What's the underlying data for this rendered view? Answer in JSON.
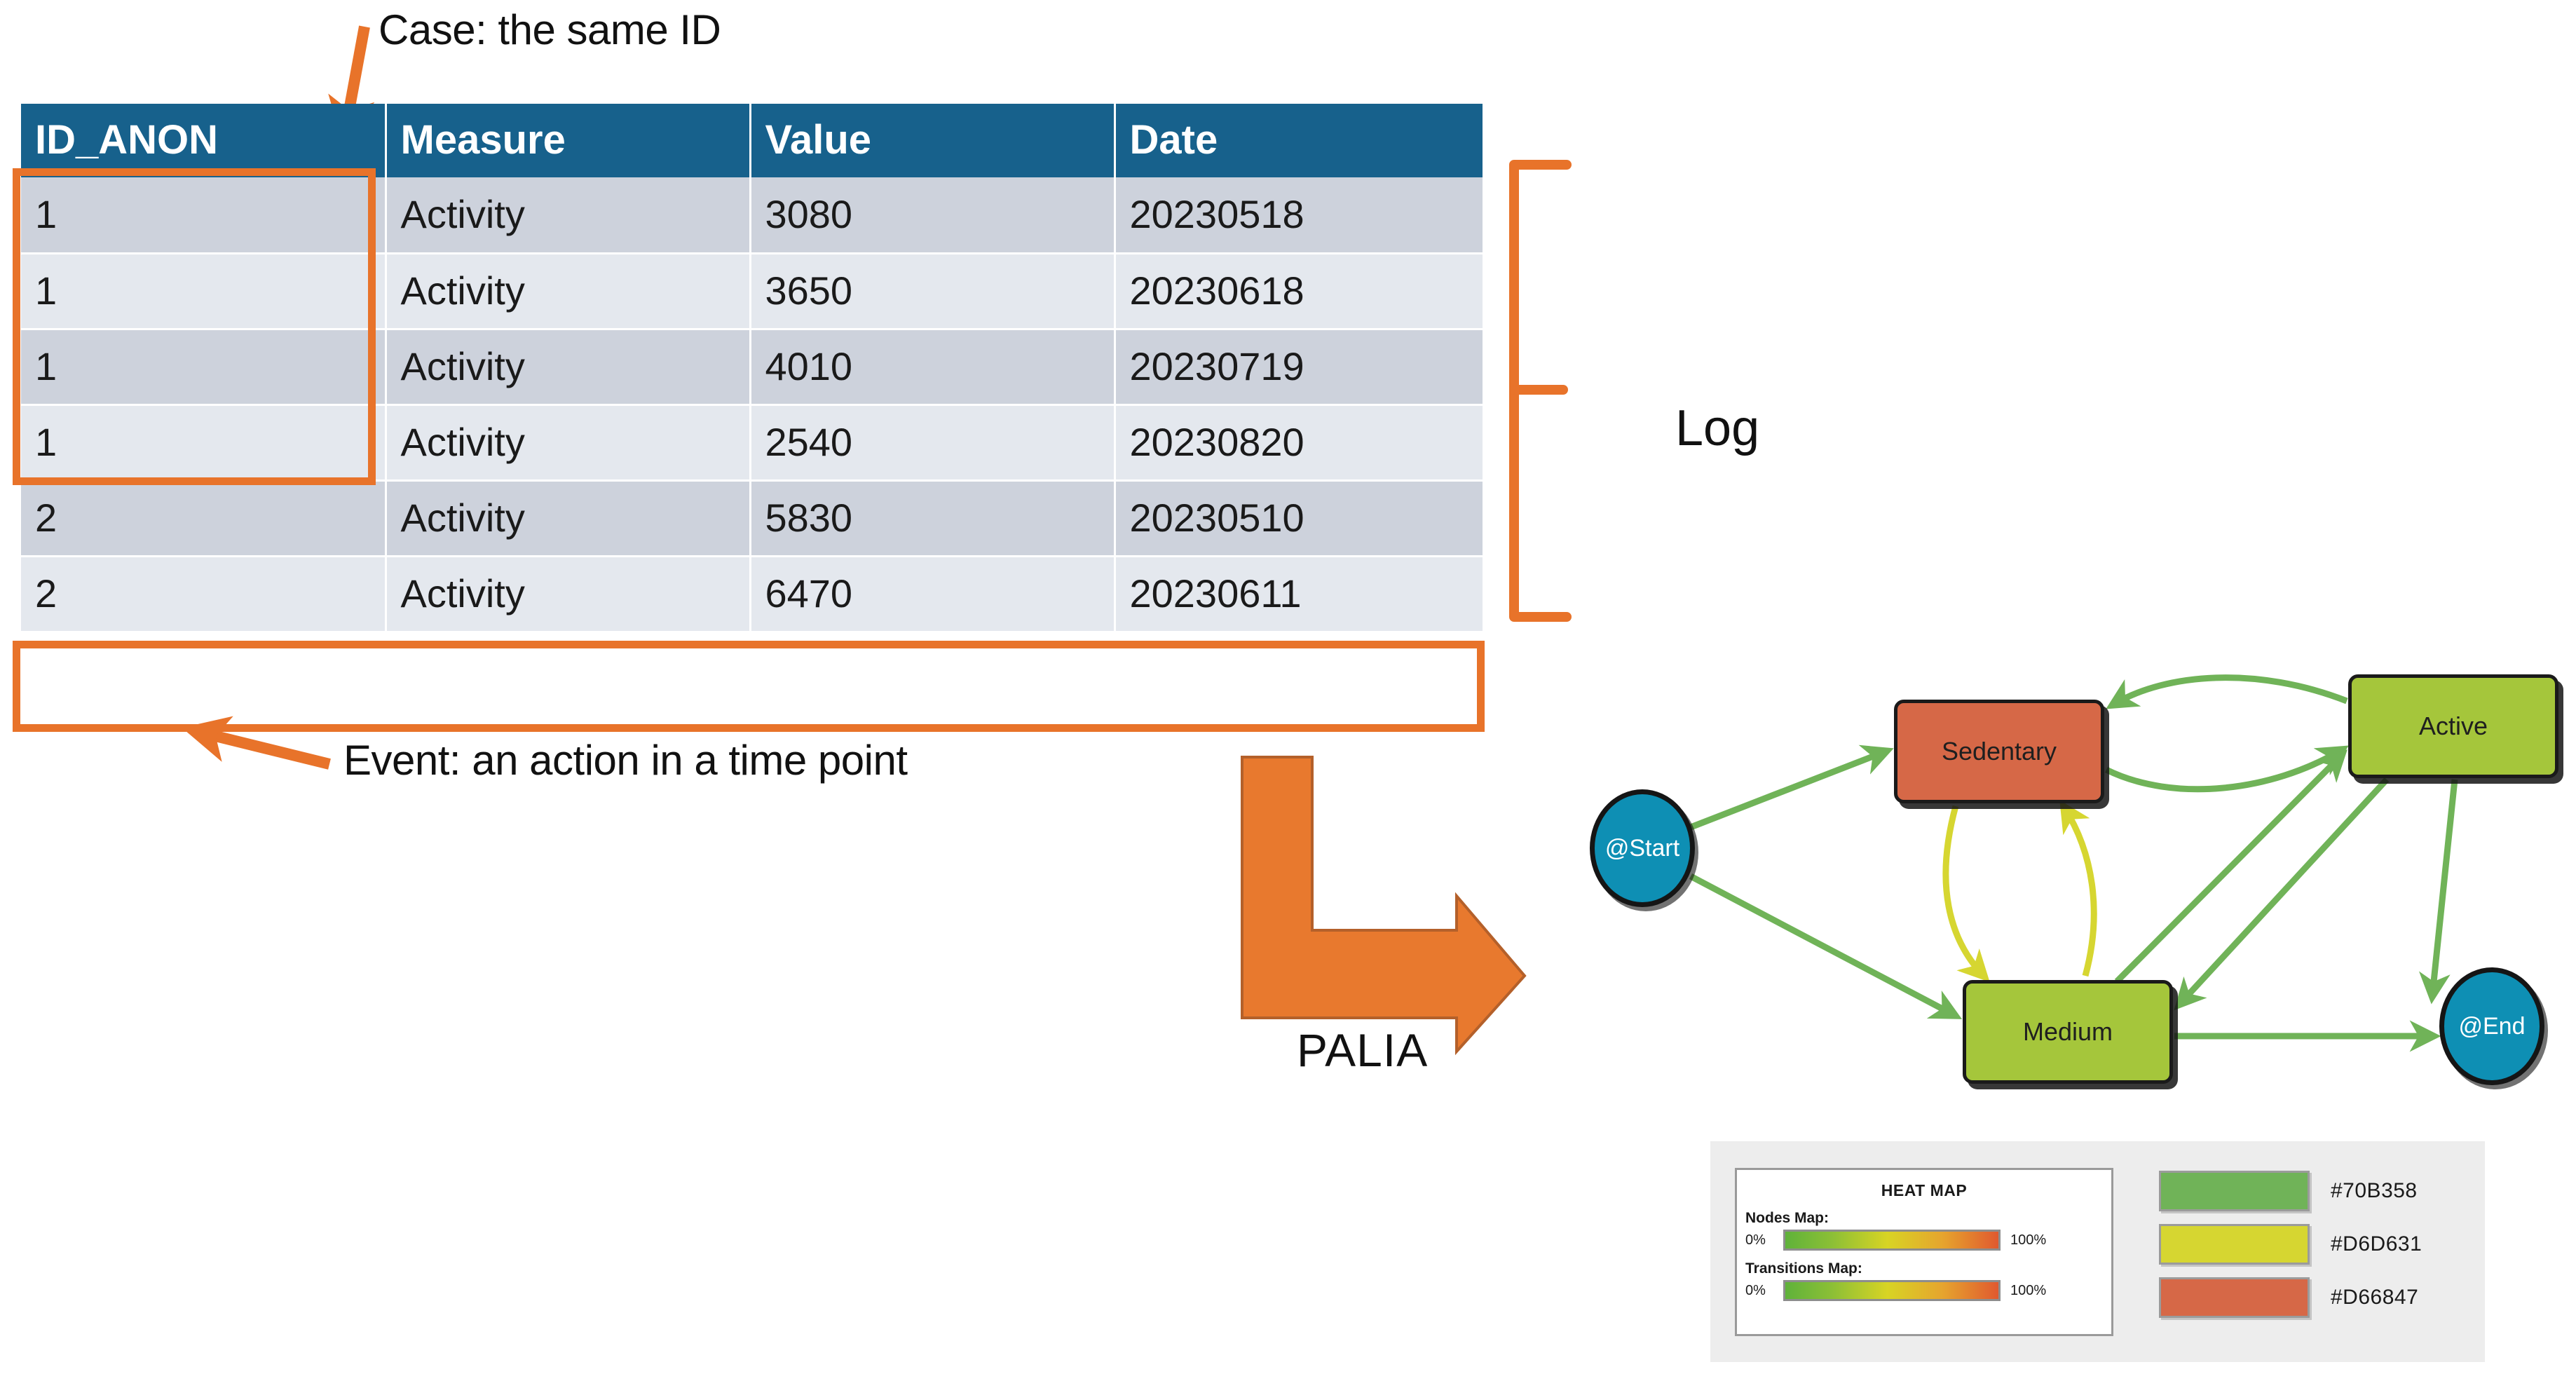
{
  "callouts": {
    "case": "Case: the same ID",
    "event": "Event: an action in a time point",
    "log": "Log",
    "palia": "PALIA"
  },
  "table": {
    "headers": [
      "ID_ANON",
      "Measure",
      "Value",
      "Date"
    ],
    "rows": [
      [
        "1",
        "Activity",
        "3080",
        "20230518"
      ],
      [
        "1",
        "Activity",
        "3650",
        "20230618"
      ],
      [
        "1",
        "Activity",
        "4010",
        "20230719"
      ],
      [
        "1",
        "Activity",
        "2540",
        "20230820"
      ],
      [
        "2",
        "Activity",
        "5830",
        "20230510"
      ],
      [
        "2",
        "Activity",
        "6470",
        "20230611"
      ]
    ],
    "header_bg": "#17618C",
    "row_odd_bg": "#CDD2DC",
    "row_even_bg": "#E4E8EE",
    "highlight_color": "#E8732A"
  },
  "graph": {
    "nodes": [
      {
        "id": "start",
        "label": "@Start",
        "shape": "ellipse",
        "color": "#0E8FB4"
      },
      {
        "id": "sedentary",
        "label": "Sedentary",
        "shape": "rect",
        "color": "#D66847"
      },
      {
        "id": "active",
        "label": "Active",
        "shape": "rect",
        "color": "#A5C63B"
      },
      {
        "id": "medium",
        "label": "Medium",
        "shape": "rect",
        "color": "#A5C63B"
      },
      {
        "id": "end",
        "label": "@End",
        "shape": "ellipse",
        "color": "#0E8FB4"
      }
    ],
    "edges": [
      {
        "from": "start",
        "to": "sedentary",
        "color": "#70B358"
      },
      {
        "from": "start",
        "to": "medium",
        "color": "#70B358"
      },
      {
        "from": "active",
        "to": "sedentary",
        "color": "#70B358"
      },
      {
        "from": "sedentary",
        "to": "active",
        "color": "#70B358"
      },
      {
        "from": "sedentary",
        "to": "medium",
        "color": "#D6D631"
      },
      {
        "from": "medium",
        "to": "sedentary",
        "color": "#D6D631"
      },
      {
        "from": "medium",
        "to": "active",
        "color": "#70B358"
      },
      {
        "from": "active",
        "to": "medium",
        "color": "#70B358"
      },
      {
        "from": "medium",
        "to": "end",
        "color": "#70B358"
      },
      {
        "from": "active",
        "to": "end",
        "color": "#70B358"
      }
    ]
  },
  "legend": {
    "heatmap_title": "HEAT MAP",
    "nodes_map_label": "Nodes Map:",
    "transitions_map_label": "Transitions Map:",
    "min_pct": "0%",
    "max_pct": "100%",
    "swatches": [
      {
        "color": "#70B358",
        "code": "#70B358"
      },
      {
        "color": "#D6D631",
        "code": "#D6D631"
      },
      {
        "color": "#D66847",
        "code": "#D66847"
      }
    ]
  }
}
